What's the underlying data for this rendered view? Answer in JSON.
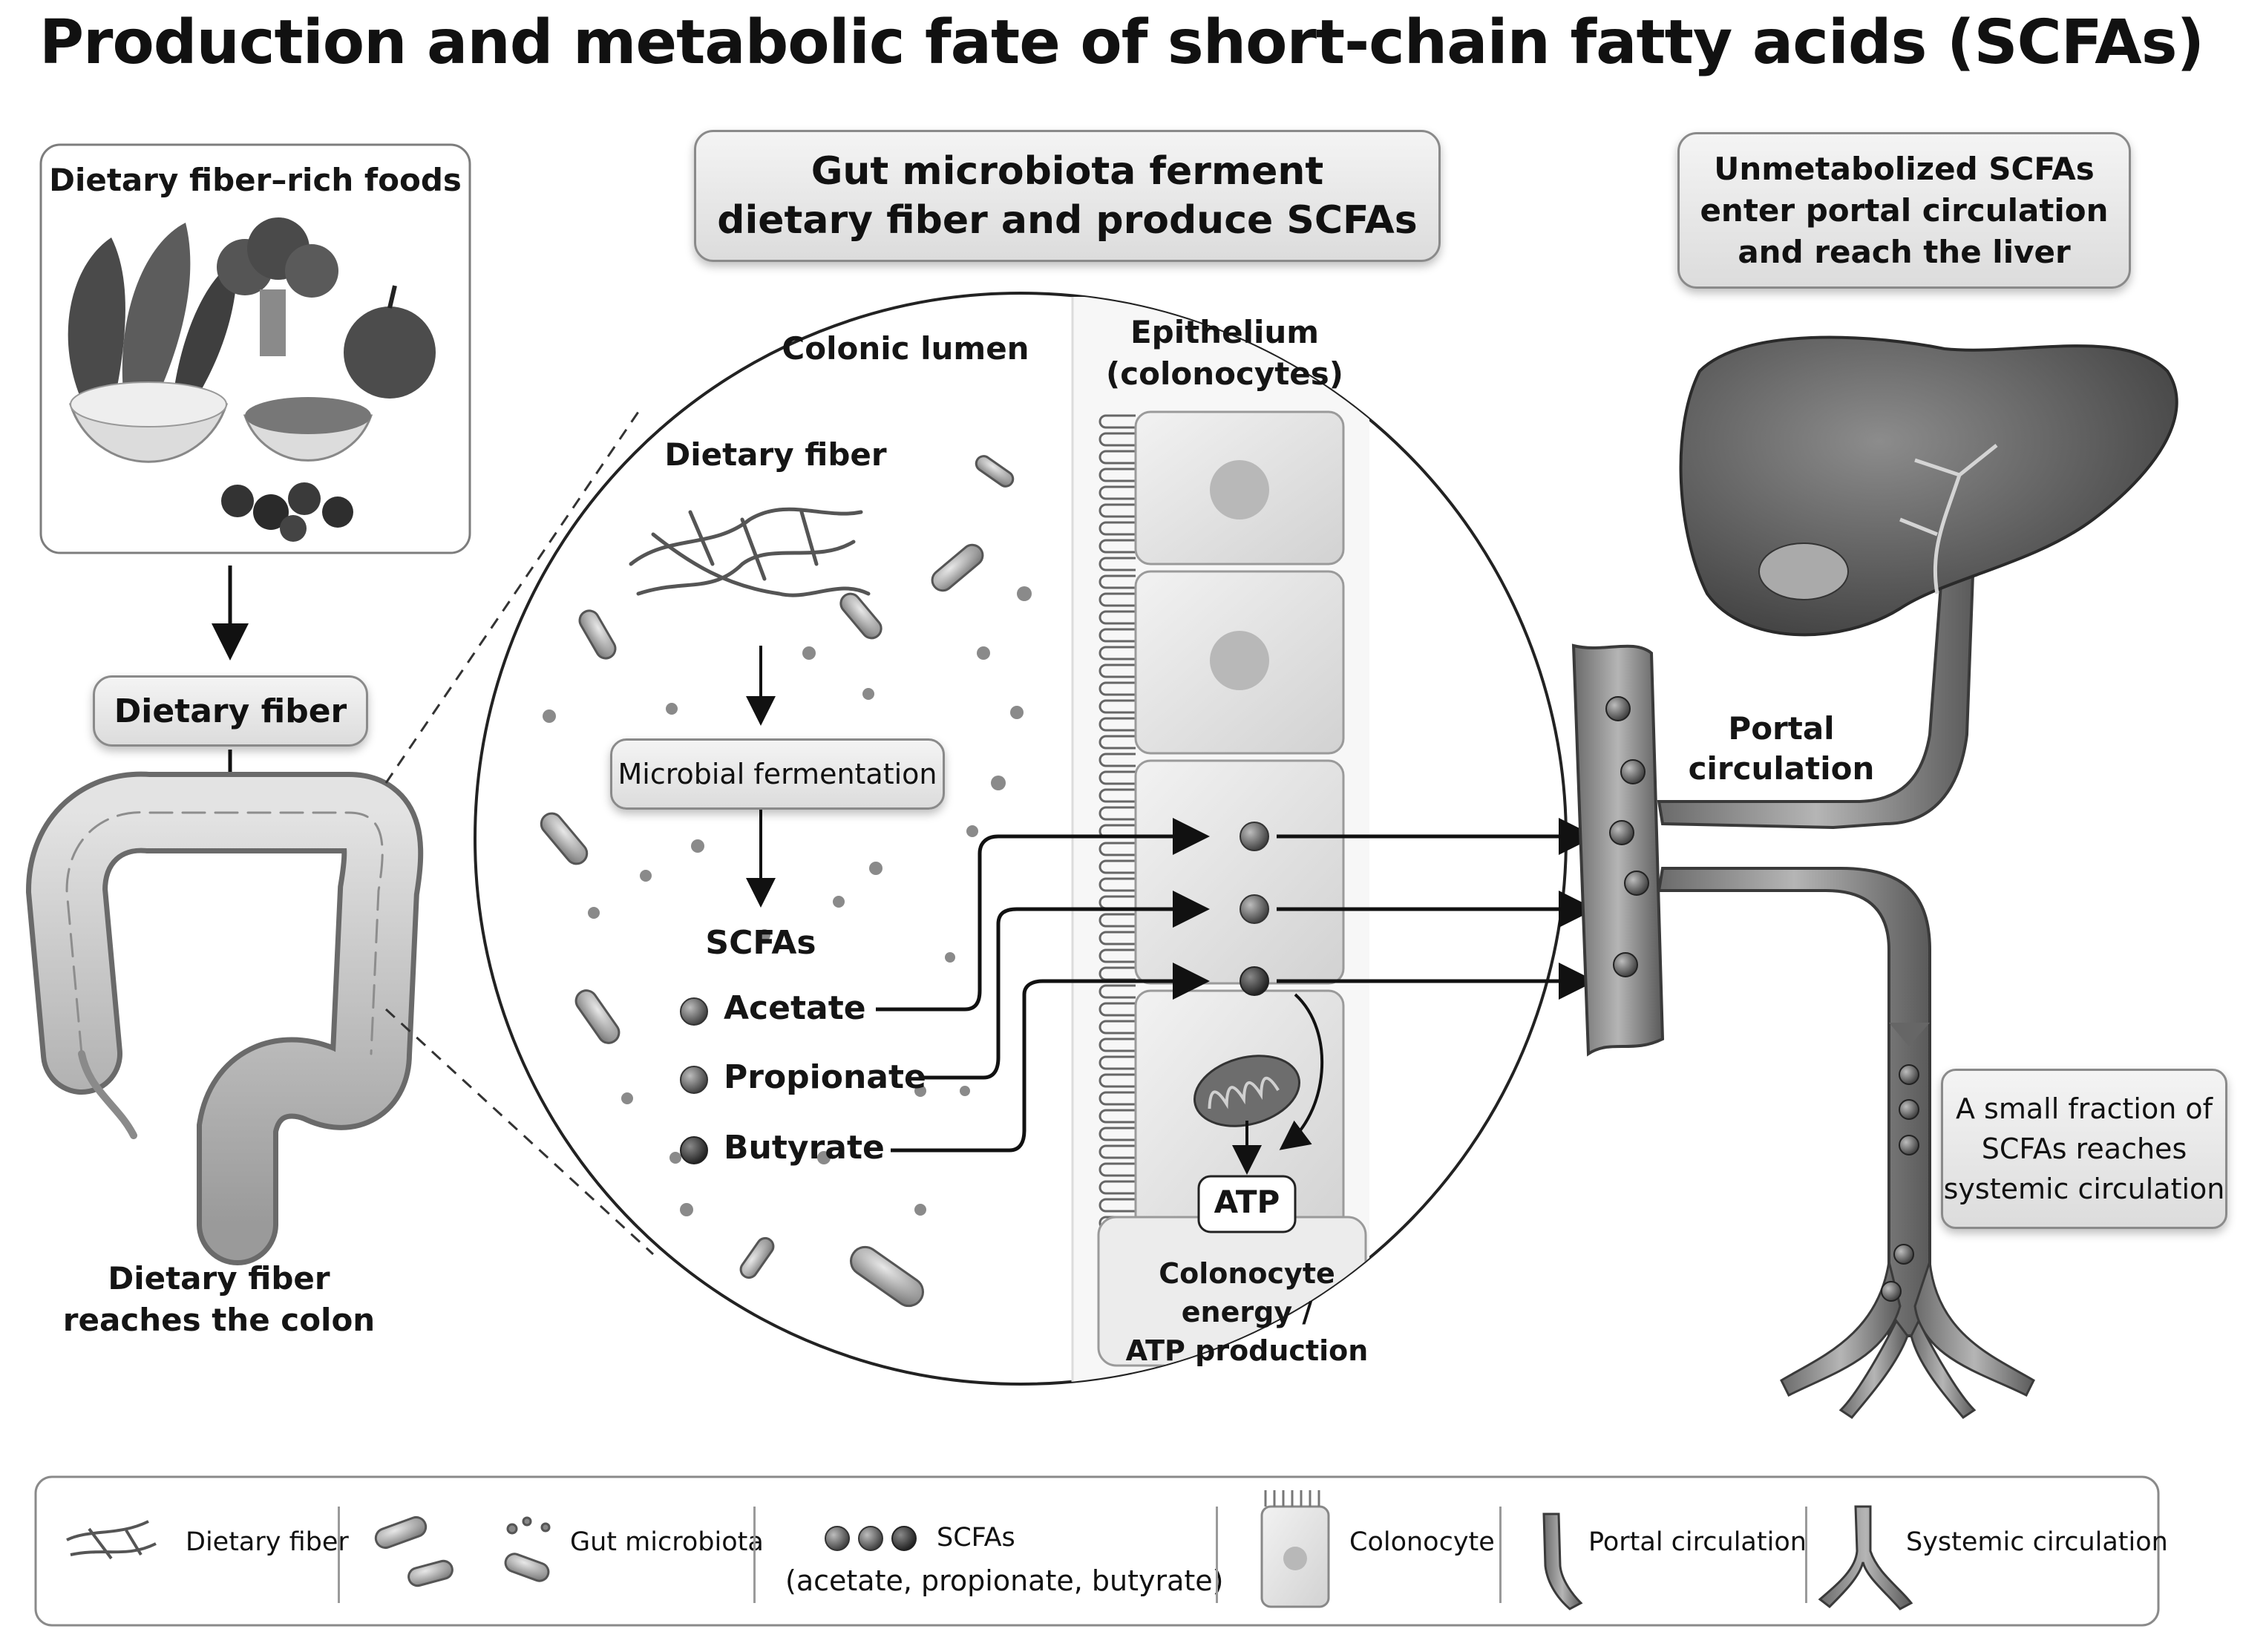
{
  "title": "Production and metabolic fate of short-chain fatty acids (SCFAs)",
  "foods_box": {
    "label": "Dietary fiber–rich foods"
  },
  "left": {
    "dietary_fiber_box": "Dietary fiber",
    "colon_caption_line1": "Dietary fiber",
    "colon_caption_line2": "reaches the colon"
  },
  "top_box": {
    "line1": "Gut microbiota ferment",
    "line2": "dietary fiber and produce SCFAs"
  },
  "circle": {
    "lumen_label": "Colonic lumen",
    "epithelium_line1": "Epithelium",
    "epithelium_line2": "(colonocytes)",
    "fiber_label": "Dietary fiber",
    "fermentation_label": "Microbial fermentation",
    "scfas_label": "SCFAs",
    "scfas": [
      "Acetate",
      "Propionate",
      "Butyrate"
    ],
    "atp_label": "ATP",
    "energy_line1": "Colonocyte energy /",
    "energy_line2": "ATP production"
  },
  "right": {
    "portal_box_line1": "Unmetabolized SCFAs",
    "portal_box_line2": "enter portal circulation",
    "portal_box_line3": "and reach the liver",
    "portal_label_line1": "Portal",
    "portal_label_line2": "circulation",
    "systemic_box_line1": "A small fraction of",
    "systemic_box_line2": "SCFAs reaches",
    "systemic_box_line3": "systemic circulation"
  },
  "legend": {
    "fiber": "Dietary fiber",
    "microbiota": "Gut microbiota",
    "scfas_line1": "SCFAs",
    "scfas_line2": "(acetate, propionate, butyrate)",
    "colonocyte": "Colonocyte",
    "portal": "Portal circulation",
    "systemic": "Systemic circulation"
  }
}
